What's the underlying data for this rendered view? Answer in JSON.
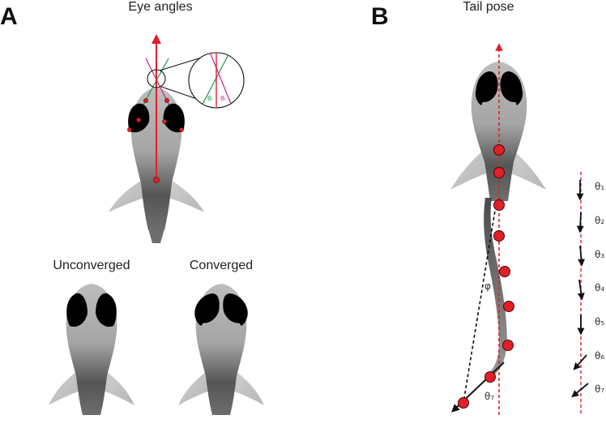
{
  "panel_a": {
    "letter": "A",
    "title": "Eye angles",
    "inset_green_label": "θₗ",
    "inset_magenta_label": "θᵣ",
    "unconverged_label": "Unconverged",
    "converged_label": "Converged"
  },
  "panel_b": {
    "letter": "B",
    "title": "Tail pose",
    "phi_label": "φ",
    "theta7_label": "θ₇",
    "segments": [
      {
        "label": "θ₁"
      },
      {
        "label": "θ₂"
      },
      {
        "label": "θ₃"
      },
      {
        "label": "θ₄"
      },
      {
        "label": "θ₅"
      },
      {
        "label": "θ₆"
      },
      {
        "label": "θ₇"
      }
    ]
  },
  "colors": {
    "midline_red": "#e0202a",
    "point_red": "#e02028",
    "left_eye_green": "#1a9a4a",
    "right_eye_magenta": "#d0208a",
    "eye_black": "#000000",
    "body_gray": "#9a9a9a"
  }
}
